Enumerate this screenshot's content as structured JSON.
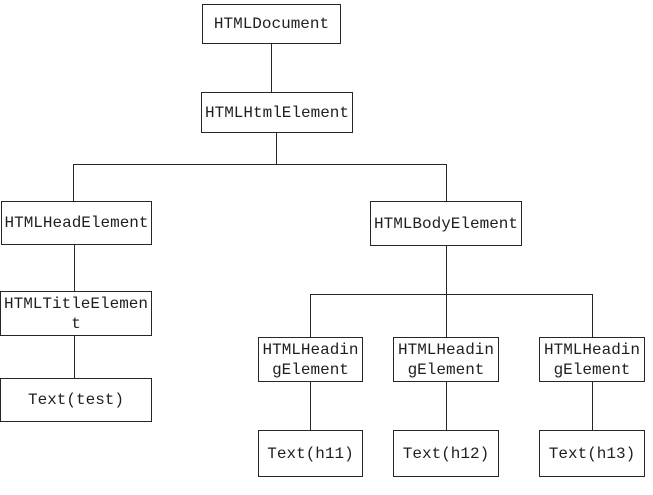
{
  "diagram": {
    "kind": "dom-tree",
    "background_color": "#ffffff",
    "line_color": "#262626",
    "nodes": {
      "document": "HTMLDocument",
      "html": "HTMLHtmlElement",
      "head": "HTMLHeadElement",
      "body": "HTMLBodyElement",
      "title": "HTMLTitleElemen\nt",
      "title_text": "Text(test)",
      "heading_1": "HTMLHeadin\ngElement",
      "heading_2": "HTMLHeadin\ngElement",
      "heading_3": "HTMLHeadin\ngElement",
      "heading_1_text": "Text(h11)",
      "heading_2_text": "Text(h12)",
      "heading_3_text": "Text(h13)"
    }
  }
}
